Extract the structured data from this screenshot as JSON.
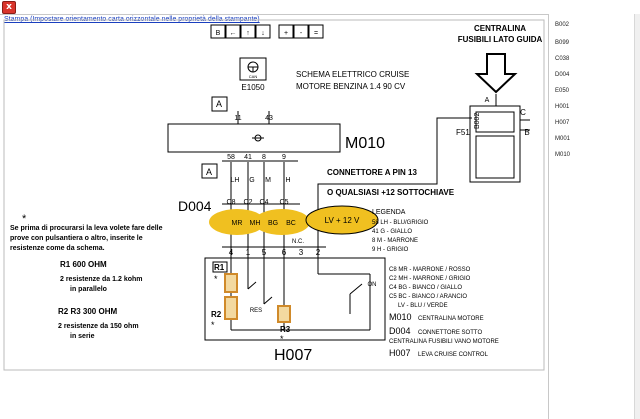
{
  "window": {
    "close_glyph": "x"
  },
  "print_link": "Stampa (Impostare orientamento carta orizzontale nelle proprietà della stampante)",
  "sidebar": {
    "items": [
      "B002",
      "B099",
      "C038",
      "D004",
      "E050",
      "H001",
      "H007",
      "M001",
      "M010"
    ]
  },
  "diagram": {
    "nav_buttons": [
      "B",
      "←",
      "↑",
      "↓",
      "+",
      "-",
      "="
    ],
    "title_line1": "SCHEMA ELETTRICO CRUISE",
    "title_line2": "MOTORE BENZINA  1.4   90 CV",
    "can_label": "CAN",
    "e1050": "E1050",
    "box_a": "A",
    "pin_11": "11",
    "pin_43": "43",
    "m010": "M010",
    "connector_pins": [
      "58",
      "41",
      "8",
      "9"
    ],
    "wire_labels": [
      "LH",
      "G",
      "M",
      "H"
    ],
    "c_pins": [
      "C8",
      "C2",
      "C4",
      "C5"
    ],
    "oval_labels": [
      "MR",
      "MH",
      "BG",
      "BC"
    ],
    "lv_label": "LV  + 12 V",
    "d004": "D004",
    "nc": "N.C.",
    "h007_pins": [
      "4",
      "1",
      "5",
      "6",
      "3",
      "2"
    ],
    "h007": "H007",
    "on_label": "ON",
    "res_label": "RES",
    "r1_box": "R1",
    "r2_box": "R2",
    "r3_box": "R3",
    "asterisk": "*",
    "centralina_line1": "CENTRALINA",
    "centralina_line2": "FUSIBILI LATO GUIDA",
    "b002": "B002",
    "f51": "F51",
    "fuse_c": "C",
    "fuse_b": "B",
    "fuse_a": "A",
    "connettore_line1": "CONNETTORE A PIN 13",
    "connettore_line2": "O QUALSIASI +12 SOTTOCHIAVE",
    "note_lines": [
      "Se prima di procurarsi la leva volete fare delle",
      "prove con pulsantiera o altro, inserite le",
      "resistenze come da schema."
    ],
    "r1_title": "R1   600 OHM",
    "r1_desc1": "2 resistenze da 1.2 kohm",
    "r1_desc2": "in parallelo",
    "r2r3_title": "R2 R3   300 OHM",
    "r2r3_desc1": "2 resistenze da 150 ohm",
    "r2r3_desc2": "in serie",
    "legenda_title": "LEGENDA",
    "legenda_lines1": [
      "58 LH - BLU/GRIGIO",
      "41 G  - GIALLO",
      "8  M - MARRONE",
      "9  H - GRIGIO"
    ],
    "legenda_lines2": [
      "C8 MR - MARRONE / ROSSO",
      "C2 MH - MARRONE / GRIGIO",
      "C4 BG - BIANCO / GIALLO",
      "C5 BC - BIANCO / ARANCIO",
      "LV - BLU / VERDE"
    ],
    "legenda_m010_code": "M010",
    "legenda_m010_desc": "CENTRALINA MOTORE",
    "legenda_d004_code": "D004",
    "legenda_d004_desc1": "CONNETTORE SOTTO",
    "legenda_d004_desc2": "CENTRALINA FUSIBILI VANO MOTORE",
    "legenda_h007_code": "H007",
    "legenda_h007_desc": "LEVA CRUISE CONTROL"
  },
  "colors": {
    "oval_fill": "#f0c020",
    "resistor_fill": "#f3d9a0",
    "resistor_stroke": "#d08a2a",
    "link": "#1a3fbf"
  }
}
